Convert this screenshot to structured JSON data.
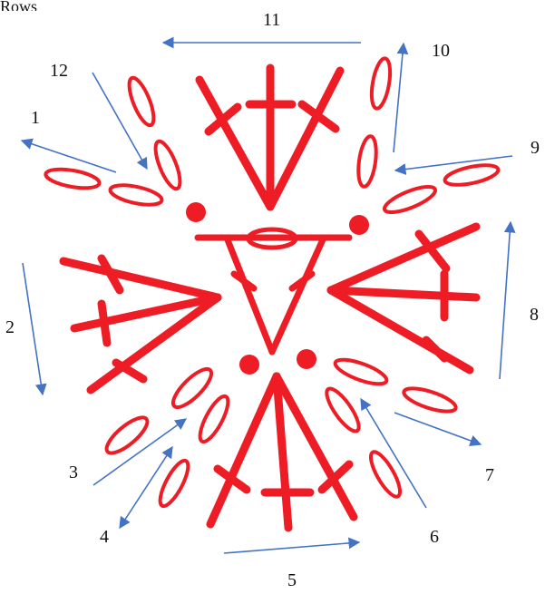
{
  "title": "Rows",
  "colors": {
    "stitch": "#ee1c25",
    "arrow": "#4472c4",
    "text": "#111111"
  },
  "labels": [
    "1",
    "2",
    "3",
    "4",
    "5",
    "6",
    "7",
    "8",
    "9",
    "10",
    "11",
    "12"
  ]
}
